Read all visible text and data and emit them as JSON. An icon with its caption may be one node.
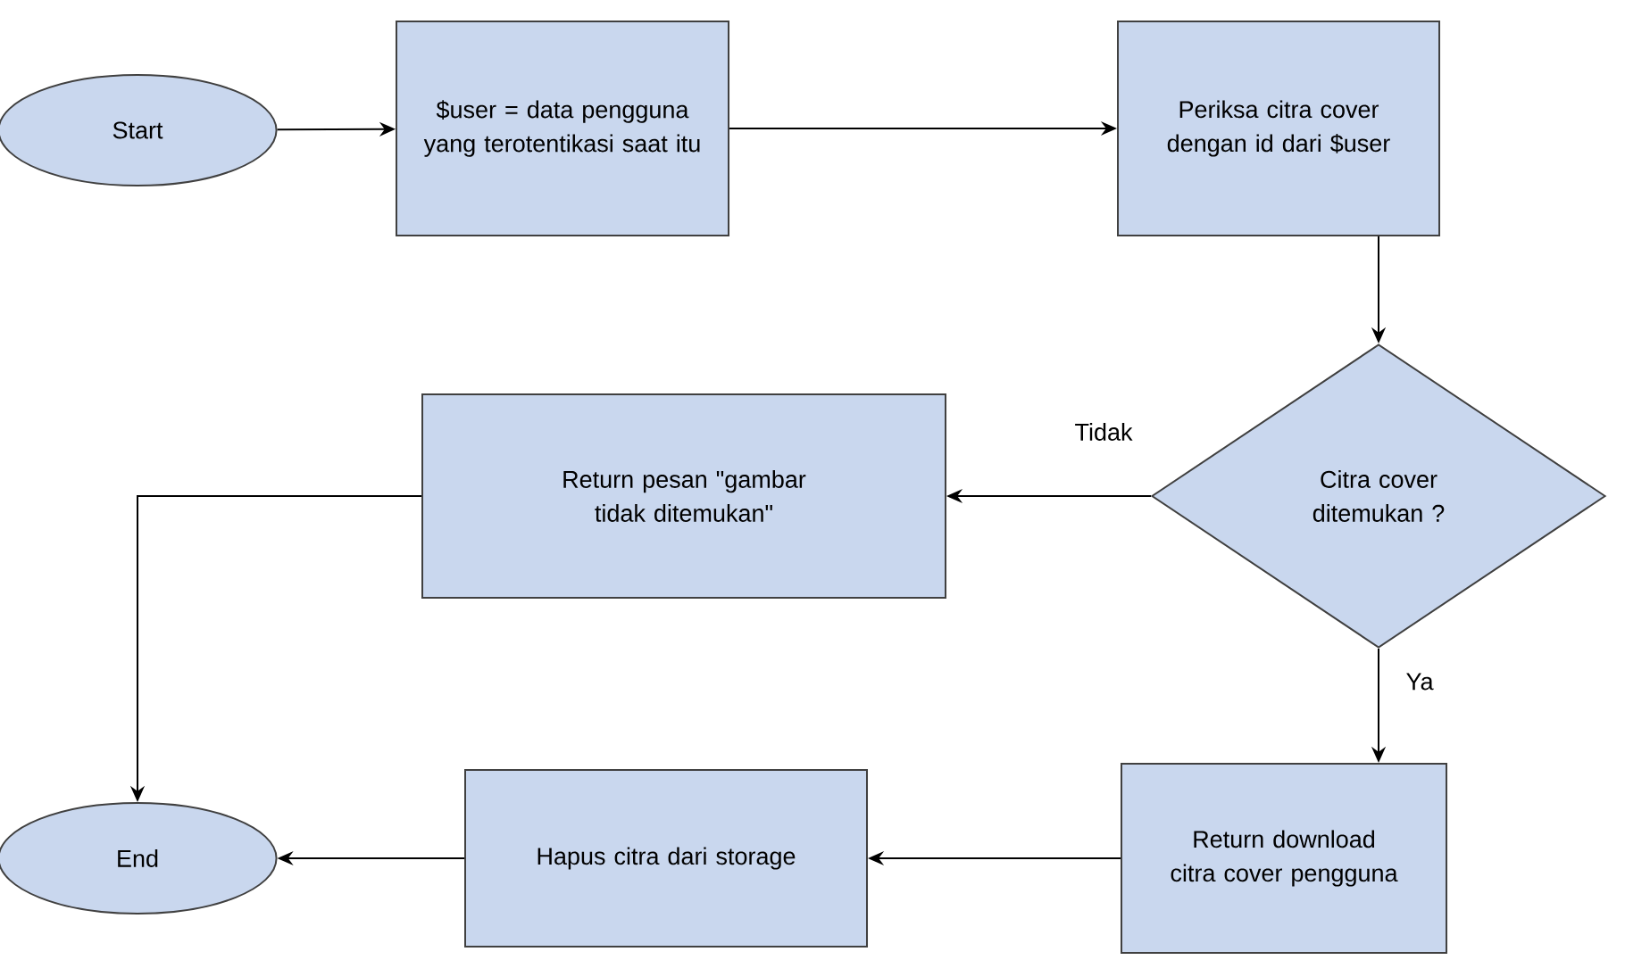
{
  "diagram": {
    "nodes": [
      {
        "text": [
          "Start"
        ]
      },
      {
        "text": [
          "$user = data pengguna yang terotentikasi saat itu"
        ]
      },
      {
        "text": [
          "Periksa citra cover dengan id dari $user"
        ]
      },
      {
        "text": [
          "Citra cover ditemukan ?"
        ]
      },
      {
        "text": [
          "Return pesan \"gambar tidak ditemukan\""
        ]
      },
      {
        "text": [
          "End"
        ]
      },
      {
        "text": [
          "Hapus citra dari storage"
        ]
      },
      {
        "text": [
          "Return download citra cover pengguna"
        ]
      }
    ],
    "edges": [
      {
        "from": 0,
        "to": 1,
        "arrow": "to"
      },
      {
        "from": 1,
        "to": 2,
        "arrow": "to"
      },
      {
        "from": 2,
        "to": 3,
        "arrow": "to"
      },
      {
        "from": 3,
        "to": 4,
        "arrow": "to",
        "label": "Tidak"
      },
      {
        "from": 3,
        "to": 7,
        "arrow": "to",
        "label": "Ya"
      },
      {
        "from": 4,
        "to": 5,
        "arrow": "to"
      },
      {
        "from": 7,
        "to": 6,
        "arrow": "to"
      },
      {
        "from": 6,
        "to": 5,
        "arrow": "to"
      }
    ]
  }
}
